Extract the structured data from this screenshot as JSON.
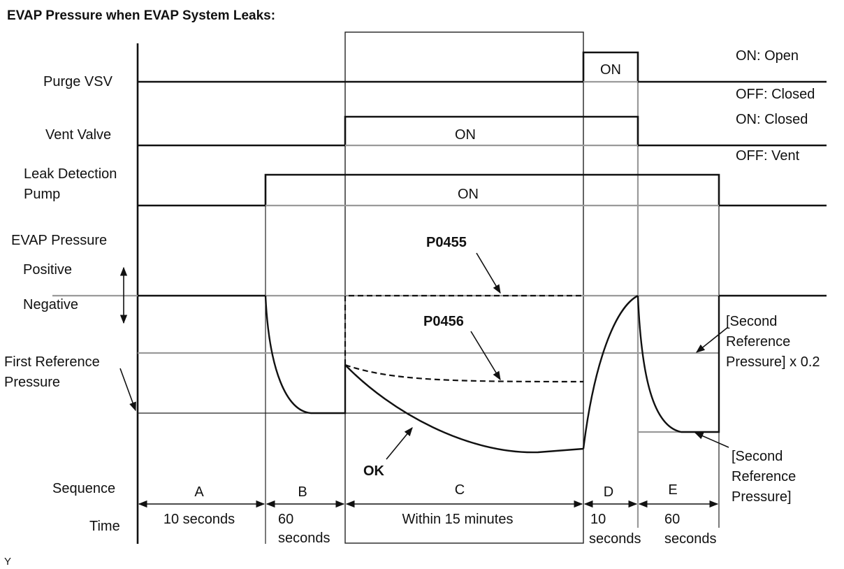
{
  "title": "EVAP Pressure when EVAP System Leaks:",
  "signals": {
    "purge_vsv": "Purge VSV",
    "vent_valve": "Vent Valve",
    "leak_pump_line1": "Leak Detection",
    "leak_pump_line2": "Pump",
    "evap_pressure": "EVAP Pressure",
    "positive": "Positive",
    "negative": "Negative",
    "first_ref_line1": "First Reference",
    "first_ref_line2": "Pressure"
  },
  "states": {
    "purge_on": "ON: Open",
    "purge_off": "OFF: Closed",
    "vent_on": "ON: Closed",
    "vent_off": "OFF: Vent",
    "on": "ON"
  },
  "codes": {
    "p0455": "P0455",
    "p0456": "P0456",
    "ok": "OK"
  },
  "annotations": {
    "second_ref_02_line1": "[Second",
    "second_ref_02_line2": "Reference",
    "second_ref_02_line3": "Pressure] x 0.2",
    "second_ref_line1": "[Second",
    "second_ref_line2": "Reference",
    "second_ref_line3": "Pressure]"
  },
  "sequence": {
    "label": "Sequence",
    "phases": [
      "A",
      "B",
      "C",
      "D",
      "E"
    ]
  },
  "time": {
    "label": "Time",
    "a": "10 seconds",
    "b_line1": "60",
    "b_line2": "seconds",
    "c": "Within 15 minutes",
    "d_line1": "10",
    "d_line2": "seconds",
    "e_line1": "60",
    "e_line2": "seconds"
  },
  "footer_mark": "Y"
}
